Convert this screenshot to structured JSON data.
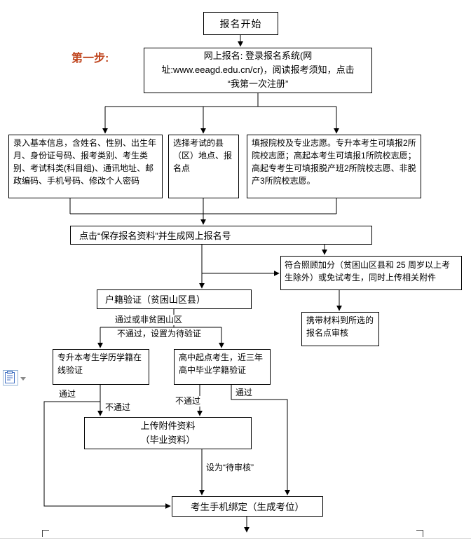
{
  "colors": {
    "background": "#ffffff",
    "line": "#000000",
    "box_border": "#000000",
    "step_label": "#c0461f"
  },
  "step_label": "第一步:",
  "nodes": {
    "start": "报名开始",
    "online_registration": "网上报名: 登录报名系统(网\n址:www.eeagd.edu.cn/cr)，阅读报考须知，点击\n“我第一次注册”",
    "basic_info": "录入基本信息，含姓名、性别、出生年月、身份证号码、报考类别、考生类别、考试科类(科目组)、通讯地址、邮政编码、手机号码、修改个人密码",
    "select_site": "选择考试的县（区）地点、报名点",
    "preferences": "填报院校及专业志愿。专升本考生可填报2所院校志愿；高起本考生可填报1所院校志愿；高起专考生可填报脱产班2所院校志愿、非脱产3所院校志愿。",
    "save": "点击“保存报名资料”并生成网上报名号",
    "bonus_upload": "符合照顾加分（贫困山区县和 25 周岁以上考生除外）或免试考生，同时上传相关附件",
    "hukou_verify": "户籍验证（贫困山区县）",
    "carry_materials": "携带材料到所选的报名点审核",
    "zsb_verify": "专升本考生学历学籍在线验证",
    "highschool_verify": "高中起点考生，近三年高中毕业学籍验证",
    "upload_attachments": "上传附件资料\n（毕业资料）",
    "phone_binding": "考生手机绑定（生成考位）"
  },
  "edge_labels": {
    "hukou_pass": "通过或非贫困山区",
    "hukou_fail": "不通过，设置为待验证",
    "zsb_pass": "通过",
    "zsb_fail": "不通过",
    "gz_pass": "通过",
    "gz_fail": "不通过",
    "set_pending": "设为“待审核”"
  },
  "icons": {
    "paste_options": "clipboard-paste-icon",
    "dropdown": "dropdown-caret-icon"
  }
}
